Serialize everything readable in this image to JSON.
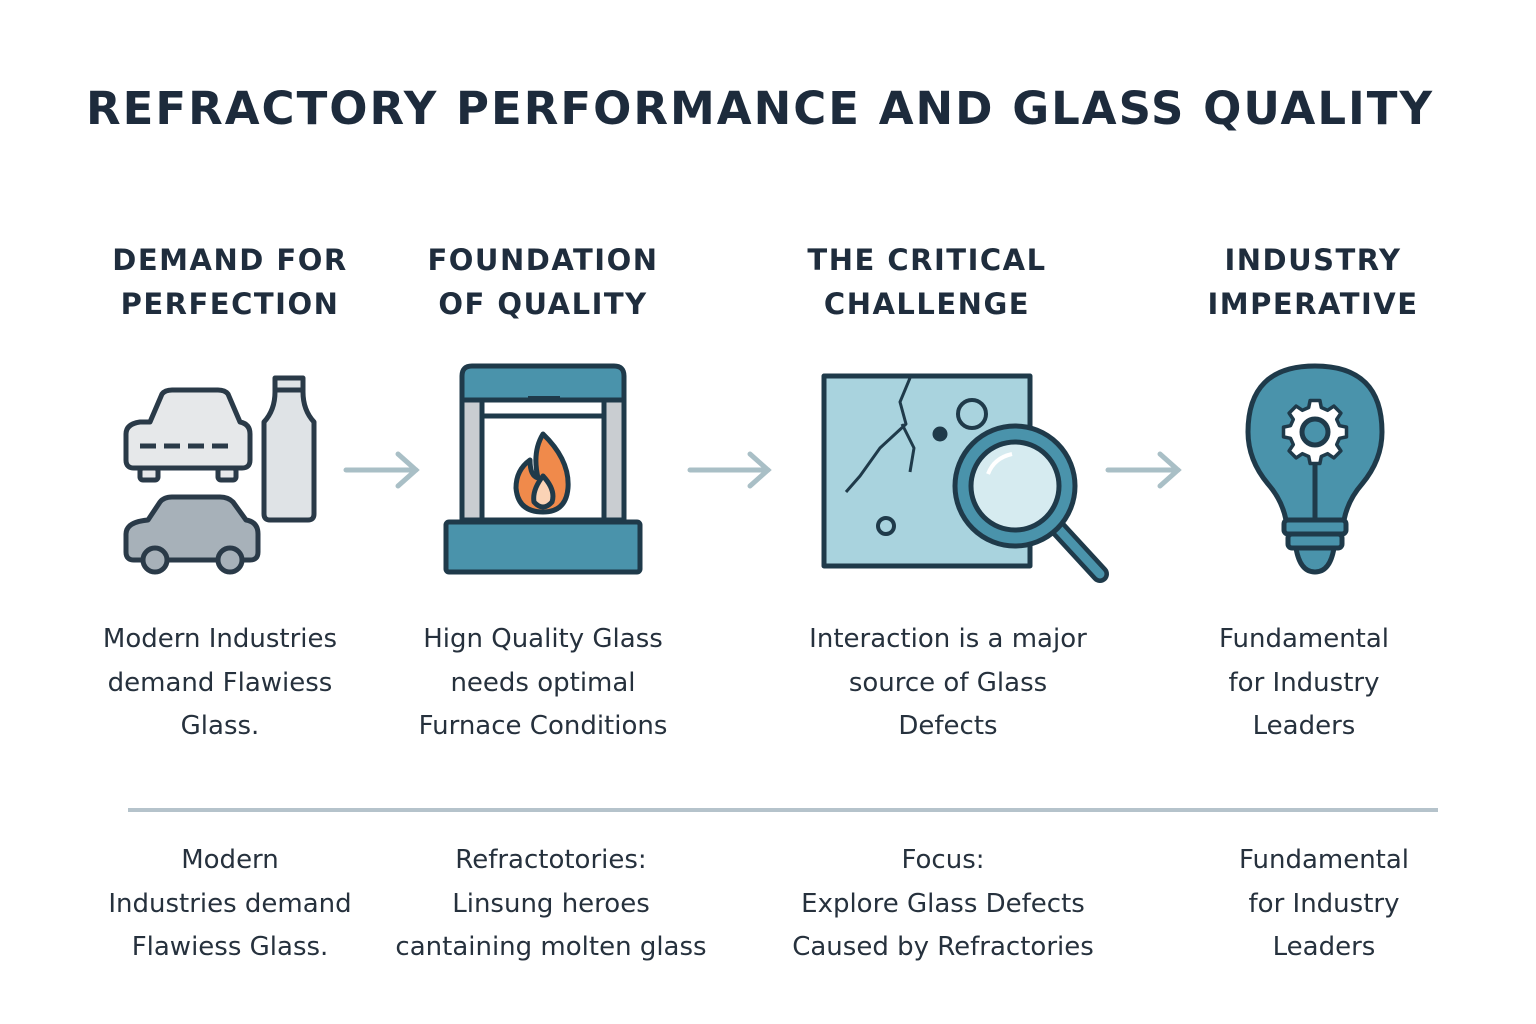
{
  "title": "REFRACTORY PERFORMANCE AND GLASS QUALITY",
  "columns": [
    {
      "heading": [
        "DEMAND FOR",
        "PERFECTION"
      ],
      "icon": "cars-and-bottle-icon",
      "description": [
        "Modern Industries",
        "demand Flawiess",
        "Glass."
      ],
      "footer": [
        "Modern",
        "Industries demand",
        "Flawiess Glass."
      ]
    },
    {
      "heading": [
        "FOUNDATION",
        "OF QUALITY"
      ],
      "icon": "furnace-flame-icon",
      "description": [
        "Hign Quality Glass",
        "needs optimal",
        "Furnace Conditions"
      ],
      "footer": [
        "Refractotories:",
        "Linsung heroes",
        "cantaining molten glass"
      ]
    },
    {
      "heading": [
        "THE CRITICAL",
        "CHALLENGE"
      ],
      "icon": "cracked-glass-magnifier-icon",
      "description": [
        "Interaction is a major",
        "source of Glass",
        "Defects"
      ],
      "footer": [
        "Focus:",
        "Explore Glass Defects",
        "Caused by Refractories"
      ]
    },
    {
      "heading": [
        "INDUSTRY",
        "IMPERATIVE"
      ],
      "icon": "lightbulb-gear-icon",
      "description": [
        "Fundamental",
        "for Industry",
        "Leaders"
      ],
      "footer": [
        "Fundamental",
        "for Industry",
        "Leaders"
      ]
    }
  ],
  "colors": {
    "text": "#1f2d3d",
    "teal": "#4a93ab",
    "light_blue": "#aad4df",
    "outline": "#1f3a4a",
    "flame": "#f08a4b",
    "arrow": "#a9bfc6",
    "divider": "#b5c3cb"
  }
}
